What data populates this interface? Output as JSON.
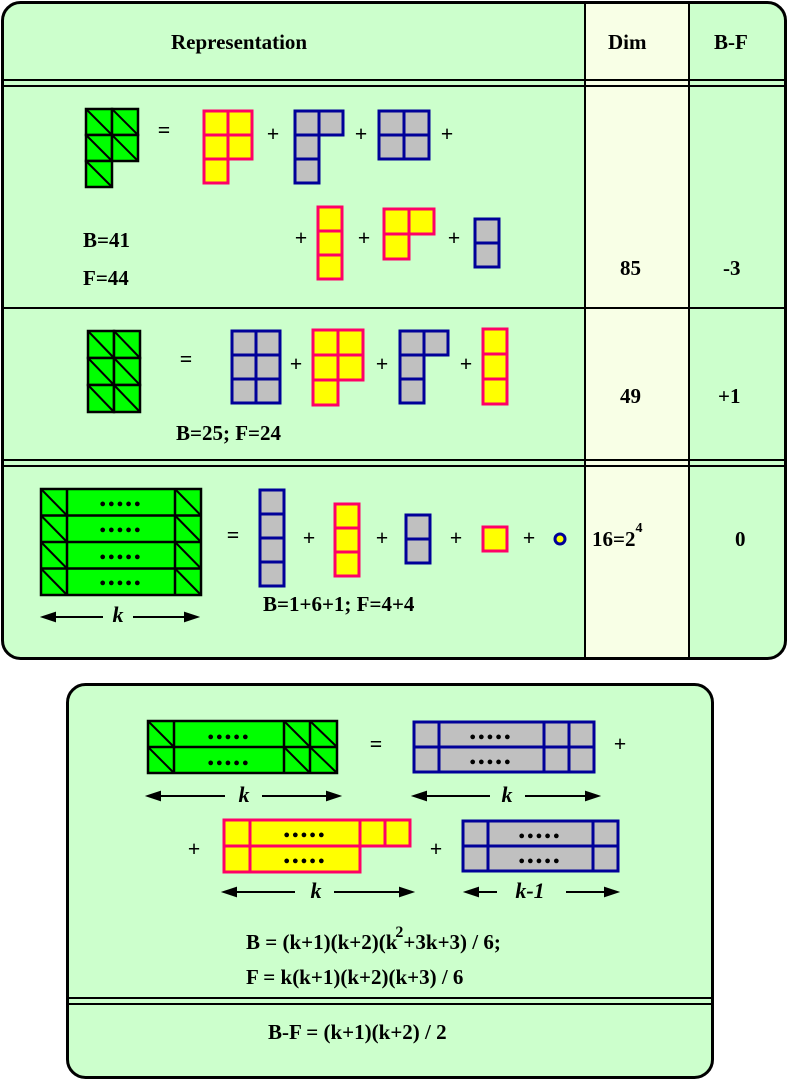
{
  "table": {
    "headers": {
      "representation": "Representation",
      "dim": "Dim",
      "bf": "B-F"
    },
    "rows": [
      {
        "b": "B=41",
        "f": "F=44",
        "dim": "85",
        "bf": "-3"
      },
      {
        "bf_text": "B=25; F=24",
        "dim": "49",
        "bf": "+1"
      },
      {
        "bf_text": "B=1+6+1; F=4+4",
        "dim_base": "16=2",
        "dim_exp": "4",
        "bf": "0",
        "k_label": "k"
      }
    ]
  },
  "operators": {
    "eq": "=",
    "plus": "+"
  },
  "dots": "●●●●●",
  "general": {
    "k": "k",
    "k_minus_1": "k-1",
    "b_formula_pre": "B = (k+1)(k+2)(k",
    "b_formula_sup": "2",
    "b_formula_post": "+3k+3) / 6;",
    "f_formula": "F = k(k+1)(k+2)(k+3) / 6",
    "bf_formula": "B-F = (k+1)(k+2) / 2"
  },
  "colors": {
    "panel_bg": "#ccffcc",
    "column_bg": "#f8ffe6",
    "green_fill": "#00ff00",
    "yellow_fill": "#ffff00",
    "pink_border": "#ff0066",
    "blue_border": "#000099",
    "gray_fill": "#c0c0c0"
  }
}
